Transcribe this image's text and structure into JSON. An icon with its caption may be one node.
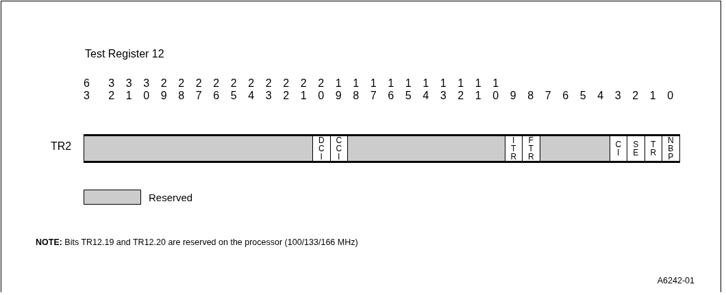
{
  "diagram": {
    "title": "Test Register 12",
    "nodes": [
      {
        "text": [
          "TR2"
        ]
      },
      {
        "text": [],
        "shape": "box",
        "in": 0
      },
      {
        "text": [
          "DCI"
        ],
        "in": 0
      },
      {
        "text": [
          "CCI"
        ],
        "in": 0
      },
      {
        "text": [],
        "shape": "box",
        "in": 0
      },
      {
        "text": [
          "ITR"
        ],
        "in": 0
      },
      {
        "text": [
          "FTR"
        ],
        "in": 0
      },
      {
        "text": [],
        "shape": "box",
        "in": 0
      },
      {
        "text": [
          "CI"
        ],
        "in": 0
      },
      {
        "text": [
          "SE"
        ],
        "in": 0
      },
      {
        "text": [
          "TR"
        ],
        "in": 0
      },
      {
        "text": [
          "NBP"
        ],
        "in": 0
      }
    ],
    "edges": [],
    "labels": [
      "63",
      "32",
      "31",
      "30",
      "29",
      "28",
      "27",
      "26",
      "25",
      "24",
      "23",
      "22",
      "21",
      "20",
      "19",
      "18",
      "17",
      "16",
      "15",
      "14",
      "13",
      "12",
      "11",
      "10",
      "9",
      "8",
      "7",
      "6",
      "5",
      "4",
      "3",
      "2",
      "1",
      "0",
      "**NOTE:** Bits TR12.19 and TR12.20 are reserved on the processor (100/133/166 MHz)",
      "A6242-01"
    ],
    "legend": [
      {
        "text": "Reserved",
        "color": "#cccccc"
      }
    ]
  }
}
